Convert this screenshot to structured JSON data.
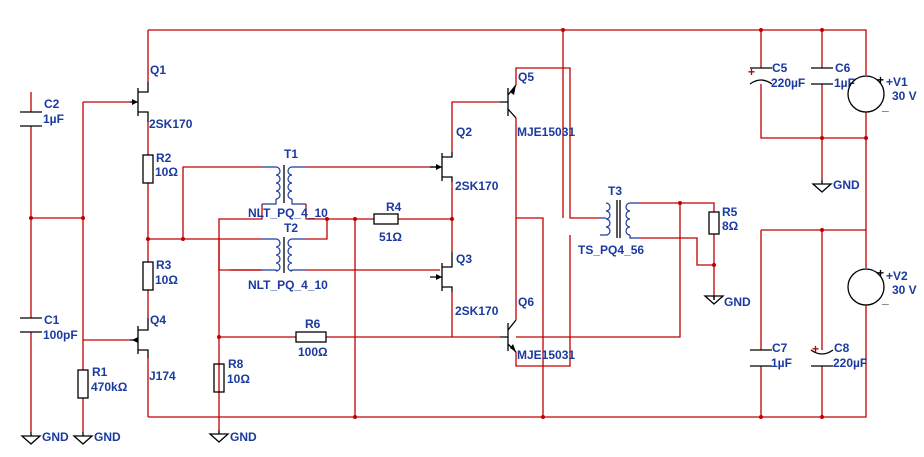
{
  "components": {
    "q1": {
      "ref": "Q1",
      "value": "2SK170"
    },
    "q2": {
      "ref": "Q2",
      "value": "2SK170"
    },
    "q3": {
      "ref": "Q3",
      "value": "2SK170"
    },
    "q4": {
      "ref": "Q4",
      "value": "J174"
    },
    "q5": {
      "ref": "Q5",
      "value": "MJE15031"
    },
    "q6": {
      "ref": "Q6",
      "value": "MJE15031"
    },
    "t1": {
      "ref": "T1",
      "value": "NLT_PQ_4_10"
    },
    "t2": {
      "ref": "T2",
      "value": "NLT_PQ_4_10"
    },
    "t3": {
      "ref": "T3",
      "value": "TS_PQ4_56"
    },
    "r1": {
      "ref": "R1",
      "value": "470kΩ"
    },
    "r2": {
      "ref": "R2",
      "value": "10Ω"
    },
    "r3": {
      "ref": "R3",
      "value": "10Ω"
    },
    "r4": {
      "ref": "R4",
      "value": "51Ω"
    },
    "r5": {
      "ref": "R5",
      "value": "8Ω"
    },
    "r6": {
      "ref": "R6",
      "value": "100Ω"
    },
    "r8": {
      "ref": "R8",
      "value": "10Ω"
    },
    "c1": {
      "ref": "C1",
      "value": "100pF"
    },
    "c2": {
      "ref": "C2",
      "value": "1µF"
    },
    "c5": {
      "ref": "C5",
      "value": "220µF"
    },
    "c6": {
      "ref": "C6",
      "value": "1µF"
    },
    "c7": {
      "ref": "C7",
      "value": "1µF"
    },
    "c8": {
      "ref": "C8",
      "value": "220µF"
    },
    "v1": {
      "ref": "+V1",
      "value": "30 V"
    },
    "v2": {
      "ref": "+V2",
      "value": "30 V"
    }
  },
  "ground_label": "GND",
  "symbols": {
    "plus": "+",
    "minus": "_"
  },
  "colors": {
    "wire": "#c00000",
    "label": "#1a3aa0",
    "component": "#000000"
  }
}
